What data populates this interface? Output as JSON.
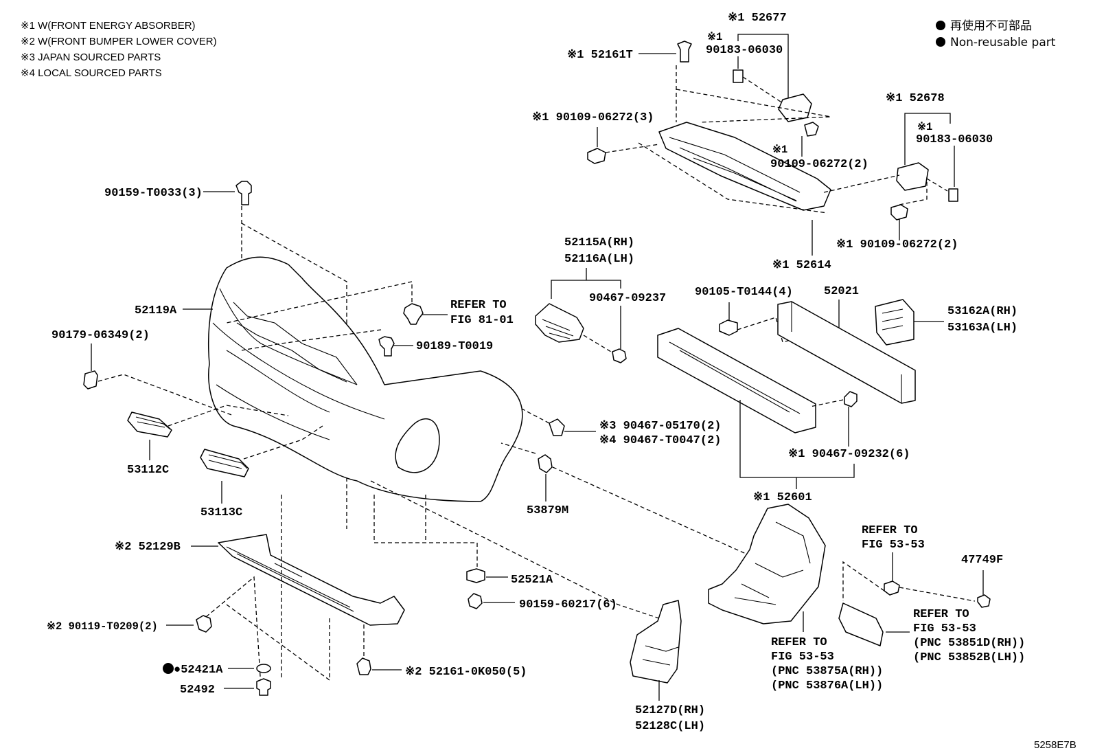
{
  "notes": [
    "※1 W(FRONT ENERGY ABSORBER)",
    "※2 W(FRONT BUMPER LOWER COVER)",
    "※3 JAPAN SOURCED PARTS",
    "※4 LOCAL SOURCED PARTS"
  ],
  "legend": {
    "non_reusable_jp": "再使用不可部品",
    "non_reusable_en": "Non-reusable part"
  },
  "labels": {
    "p52677": "※1 52677",
    "p52161T": "※1 52161T",
    "p90183_a_mark": "※1",
    "p90183_a": "90183-06030",
    "p90109_a": "※1 90109-06272(3)",
    "p52678": "※1 52678",
    "p90183_b_mark": "※1",
    "p90183_b": "90183-06030",
    "p90109_b_mark": "※1",
    "p90109_b": "90109-06272(2)",
    "p90109_c": "※1 90109-06272(2)",
    "p52614": "※1 52614",
    "p90159_T0033": "90159-T0033(3)",
    "p52119A": "52119A",
    "p90179": "90179-06349(2)",
    "refer_81_line1": "REFER TO",
    "refer_81_line2": "FIG 81-01",
    "p90189": "90189-T0019",
    "p52115A": "52115A(RH)",
    "p52116A": "52116A(LH)",
    "p90467_09237": "90467-09237",
    "p90105": "90105-T0144(4)",
    "p52021": "52021",
    "p53162A": "53162A(RH)",
    "p53163A": "53163A(LH)",
    "p90467_05170": "※3 90467-05170(2)",
    "p90467_T0047": "※4 90467-T0047(2)",
    "p90467_09232": "※1 90467-09232(6)",
    "p53112C": "53112C",
    "p53113C": "53113C",
    "p53879M": "53879M",
    "p52601": "※1 52601",
    "p52129B": "※2 52129B",
    "p52521A": "52521A",
    "p90159_60217": "90159-60217(6)",
    "p90119": "※2 90119-T0209(2)",
    "p52421A": "●52421A",
    "p52492": "52492",
    "p52161_0K050": "※2 52161-0K050(5)",
    "p52127D": "52127D(RH)",
    "p52128C": "52128C(LH)",
    "refer_5353_a_line1": "REFER TO",
    "refer_5353_a_line2": "FIG 53-53",
    "p47749F": "47749F",
    "refer_5353_b_line1": "REFER TO",
    "refer_5353_b_line2": "FIG 53-53",
    "refer_5353_b_line3": "(PNC 53851D(RH))",
    "refer_5353_b_line4": "(PNC 53852B(LH))",
    "refer_5353_c_line1": "REFER TO",
    "refer_5353_c_line2": "FIG 53-53",
    "refer_5353_c_line3": "(PNC 53875A(RH))",
    "refer_5353_c_line4": "(PNC 53876A(LH))",
    "diagram_id": "5258E7B"
  }
}
